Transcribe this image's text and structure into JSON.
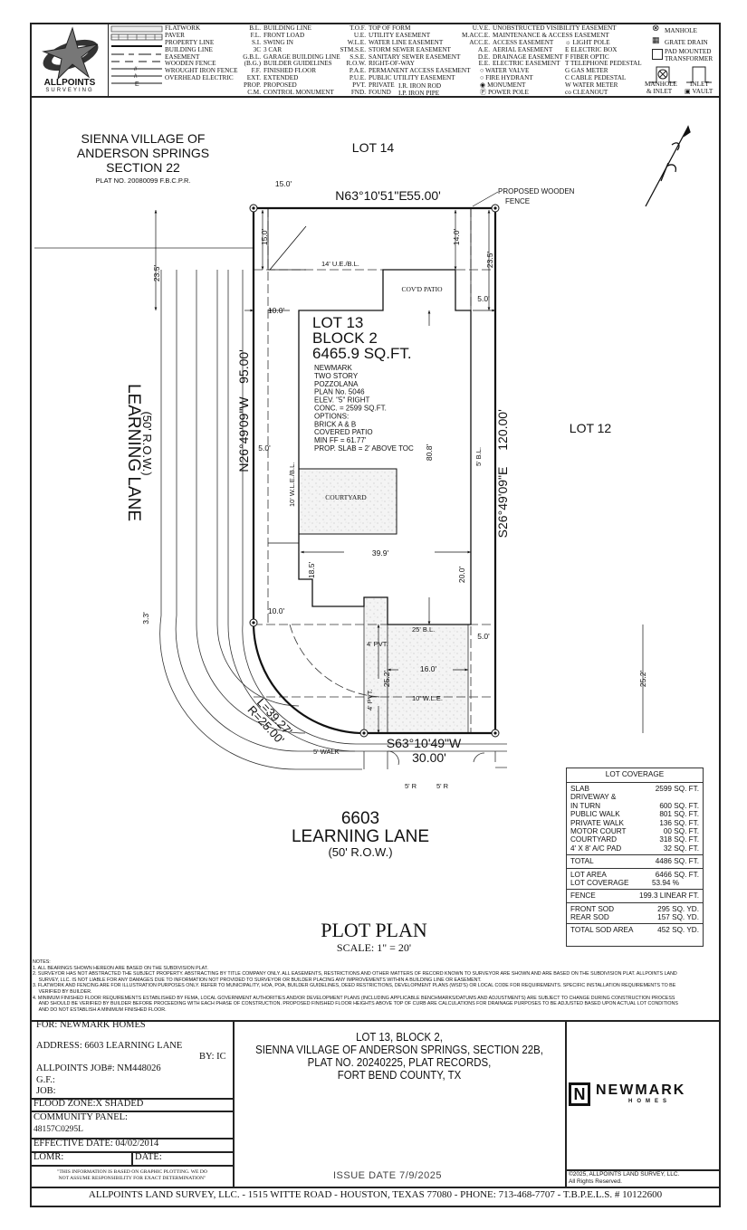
{
  "legend": {
    "company_logo_text": "ALLPOINTS SURVEYING",
    "line_types": [
      "FLATWORK",
      "PAVER",
      "PROPERTY LINE",
      "BUILDING LINE",
      "EASEMENT",
      "WOODEN FENCE",
      "WROUGHT IRON FENCE",
      "OVERHEAD ELECTRIC"
    ],
    "abbr1": [
      [
        "B.L.",
        "BUILDING LINE"
      ],
      [
        "F.L.",
        "FRONT LOAD"
      ],
      [
        "S.I.",
        "SWING IN"
      ],
      [
        "3C",
        "3 CAR"
      ],
      [
        "G.B.L.",
        "GARAGE BUILDING LINE"
      ],
      [
        "(B.G.)",
        "BUILDER GUIDELINES"
      ],
      [
        "F.F.",
        "FINISHED FLOOR"
      ],
      [
        "EXT.",
        "EXTENDED"
      ],
      [
        "PROP.",
        "PROPOSED"
      ],
      [
        "C.M.",
        "CONTROL MONUMENT"
      ]
    ],
    "abbr2": [
      [
        "T.O.F.",
        "TOP OF FORM"
      ],
      [
        "U.E.",
        "UTILITY EASEMENT"
      ],
      [
        "W.L.E.",
        "WATER LINE EASEMENT"
      ],
      [
        "STM.S.E.",
        "STORM SEWER EASEMENT"
      ],
      [
        "S.S.E.",
        "SANITARY SEWER EASEMENT"
      ],
      [
        "R.O.W.",
        "RIGHT-OF-WAY"
      ],
      [
        "P.A.E.",
        "PERMANENT ACCESS EASEMENT"
      ],
      [
        "P.U.E.",
        "PUBLIC UTILITY EASEMENT"
      ],
      [
        "PVT.",
        "PRIVATE"
      ],
      [
        "FND.",
        "FOUND"
      ]
    ],
    "abbr2b": [
      [
        "I.R.",
        "IRON ROD"
      ],
      [
        "I.P.",
        "IRON PIPE"
      ]
    ],
    "abbr3": [
      [
        "U.V.E.",
        "UNOBSTRUCTED VISIBILITY EASEMENT"
      ],
      [
        "M.ACC.E.",
        "MAINTENANCE & ACCESS EASEMENT"
      ],
      [
        "ACC.E.",
        "ACCESS EASEMENT"
      ],
      [
        "A.E.",
        "AERIAL EASEMENT"
      ],
      [
        "D.E.",
        "DRAINAGE EASEMENT"
      ],
      [
        "E.E.",
        "ELECTRIC EASEMENT"
      ]
    ],
    "symbols": [
      "WATER VALVE",
      "FIRE HYDRANT",
      "MONUMENT",
      "POWER POLE"
    ],
    "symbols2": [
      "LIGHT POLE",
      "ELECTRIC BOX",
      "FIBER OPTIC",
      "TELEPHONE PEDESTAL",
      "GAS METER",
      "CABLE PEDESTAL",
      "WATER METER",
      "CLEANOUT"
    ],
    "symbols3": {
      "manhole": "MANHOLE",
      "grate": "GRATE DRAIN",
      "pad1": "PAD MOUNTED",
      "pad2": "TRANSFORMER",
      "mi1": "MANHOLE",
      "mi2": "& INLET",
      "inlet": "INLET",
      "vault": "VAULT"
    }
  },
  "plan": {
    "subdivision": [
      "SIENNA VILLAGE OF",
      "ANDERSON SPRINGS",
      "SECTION 22"
    ],
    "subdivision_plat": "PLAT NO. 20080099 F.B.C.P.R.",
    "lot14": "LOT 14",
    "lot12": "LOT 12",
    "street_left": "LEARNING LANE",
    "street_left_row": "(50' R.O.W.)",
    "address_number": "6603",
    "street_bottom": "LEARNING LANE",
    "street_bottom_row": "(50' R.O.W.)",
    "north_bearing": "N63°10'51\"E",
    "north_dist": "55.00'",
    "west_bearing": "N26°49'09\"W",
    "west_dist": "95.00'",
    "east_bearing": "S26°49'09\"E",
    "east_dist": "120.00'",
    "south_bearing": "S63°10'49\"W",
    "south_dist": "30.00'",
    "curve_l": "L=39.27'",
    "curve_r": "R=25.00'",
    "fence_note": [
      "PROPOSED WOODEN",
      "FENCE"
    ],
    "lot_title": [
      "LOT 13",
      "BLOCK 2",
      "6465.9 SQ.FT."
    ],
    "house_notes": [
      "NEWMARK",
      "TWO STORY",
      "POZZOLANA",
      "PLAN No. 5046",
      "ELEV. \"5\" RIGHT",
      "CONC. = 2599 SQ.FT.",
      "OPTIONS:",
      "BRICK A & B",
      "COVERED PATIO",
      "MIN FF = 61.77'",
      "PROP. SLAB = 2' ABOVE TOC"
    ],
    "patio": "COV'D PATIO",
    "courtyard": "COURTYARD",
    "ue_bl": "14' U.E./B.L.",
    "wle_bl": "10' W.L.E./B.L.",
    "side_bl": "5' B.L.",
    "front_bl": "25' B.L.",
    "wle": "10' W.L.E.",
    "pvt1": "4' PVT.",
    "pvt2": "4' PVT.",
    "walk": "5' WALK",
    "radius1": "5' R",
    "radius2": "5' R",
    "dims": {
      "d15a": "15.0'",
      "d15b": "15.0'",
      "d23a": "23.5'",
      "d23b": "23.5'",
      "d14": "14.0'",
      "d10a": "10.0'",
      "d10b": "10.0'",
      "d5a": "5.0'",
      "d5b": "5.0'",
      "d5c": "5.0'",
      "d808": "80.8'",
      "d399": "39.9'",
      "d185": "18.5'",
      "d20": "20.0'",
      "d33": "3.3'",
      "d16": "16.0'",
      "d252a": "25.2'",
      "d252b": "25.2'"
    },
    "plot_title": "PLOT PLAN",
    "scale": "SCALE: 1\" = 20'"
  },
  "coverage": {
    "title": "LOT COVERAGE",
    "items": [
      [
        "SLAB",
        "2599 SQ. FT."
      ],
      [
        "DRIVEWAY &",
        ""
      ],
      [
        "IN TURN",
        "600 SQ. FT."
      ],
      [
        "PUBLIC WALK",
        "801 SQ. FT."
      ],
      [
        "PRIVATE WALK",
        "136 SQ. FT."
      ],
      [
        "MOTOR COURT",
        "00 SQ. FT."
      ],
      [
        "COURTYARD",
        "318 SQ. FT."
      ],
      [
        "4' X 8' A/C PAD",
        "32 SQ. FT."
      ]
    ],
    "total": [
      "TOTAL",
      "4486 SQ. FT."
    ],
    "lot_area": [
      "LOT AREA",
      "6466 SQ. FT."
    ],
    "lot_coverage": [
      "LOT COVERAGE",
      "53.94 %"
    ],
    "fence": [
      "FENCE",
      "199.3 LINEAR FT."
    ],
    "front_sod": [
      "FRONT SOD",
      "295 SQ. YD."
    ],
    "rear_sod": [
      "REAR SOD",
      "157 SQ. YD."
    ],
    "total_sod": [
      "TOTAL SOD AREA",
      "452 SQ. YD."
    ]
  },
  "notes": {
    "heading": "NOTES:",
    "items": [
      "1. ALL BEARINGS SHOWN HEREON ARE BASED ON THE SUBDIVISION PLAT.",
      "2. SURVEYOR HAS NOT ABSTRACTED THE SUBJECT PROPERTY. ABSTRACTING BY TITLE COMPANY ONLY. ALL EASEMENTS, RESTRICTIONS AND OTHER MATTERS OF RECORD KNOWN TO SURVEYOR ARE SHOWN AND ARE BASED ON THE SUBDIVISION PLAT. ALLPOINTS LAND SURVEY, LLC. IS NOT LIABLE FOR ANY DAMAGES DUE TO INFORMATION NOT PROVIDED TO SURVEYOR OR BUILDER PLACING ANY IMPROVEMENTS WITHIN A BUILDING LINE OR EASEMENT.",
      "3. FLATWORK AND FENCING ARE FOR ILLUSTRATION PURPOSES ONLY. REFER TO MUNICIPALITY, HOA, POA, BUILDER GUIDELINES, DEED RESTRICTIONS, DEVELOPMENT PLANS (WSD'S) OR LOCAL CODE FOR REQUIREMENTS. SPECIFIC INSTALLATION REQUIREMENTS TO BE VERIFIED BY BUILDER.",
      "4. MINIMUM FINISHED FLOOR REQUIREMENTS ESTABLISHED BY FEMA, LOCAL GOVERNMENT AUTHORITIES AND/OR DEVELOPMENT PLANS (INCLUDING APPLICABLE BENCHMARKS/DATUMS AND ADJUSTMENTS) ARE SUBJECT TO CHANGE DURING CONSTRUCTION PROCESS AND SHOULD BE VERIFIED BY BUILDER BEFORE PROCEEDING WITH EACH PHASE OF CONSTRUCTION.  PROPOSED FINISHED FLOOR HEIGHTS ABOVE TOP OF CURB ARE CALCULATIONS FOR DRAINAGE PURPOSES TO BE ADJUSTED BASED UPON ACTUAL LOT CONDITIONS AND DO NOT ESTABLISH A MINIMUM FINISHED FLOOR."
    ]
  },
  "title_block": {
    "for": "FOR:  NEWMARK HOMES",
    "address": "ADDRESS: 6603 LEARNING LANE",
    "by": "BY: IC",
    "job_no": "ALLPOINTS JOB#: NM448026",
    "gf": "G.F.:",
    "job": "JOB:",
    "flood_zone": "FLOOD ZONE:X SHADED",
    "community_panel": "COMMUNITY PANEL:",
    "panel_no": "48157C0295L",
    "effective_date": "EFFECTIVE DATE: 04/02/2014",
    "lomr": "LOMR:",
    "date": "DATE:",
    "disclaimer": [
      "\"THIS INFORMATION IS BASED ON GRAPHIC PLOTTING.  WE DO",
      "NOT ASSUME RESPONSIBILITY FOR EXACT DETERMINATION\""
    ],
    "legal": [
      "LOT 13, BLOCK 2,",
      "SIENNA VILLAGE OF ANDERSON SPRINGS, SECTION 22B,",
      "PLAT NO. 20240225, PLAT RECORDS,",
      "FORT BEND COUNTY, TX"
    ],
    "issue_date": "ISSUE DATE 7/9/2025",
    "builder_logo": "NEWMARK",
    "builder_logo_sub": "HOMES",
    "copyright": [
      "©2025, ALLPOINTS LAND SURVEY, LLC.",
      "All Rights Reserved."
    ],
    "footer": "ALLPOINTS LAND SURVEY, LLC. - 1515 WITTE ROAD - HOUSTON, TEXAS 77080 - PHONE: 713-468-7707 - T.B.P.E.L.S. # 10122600"
  }
}
